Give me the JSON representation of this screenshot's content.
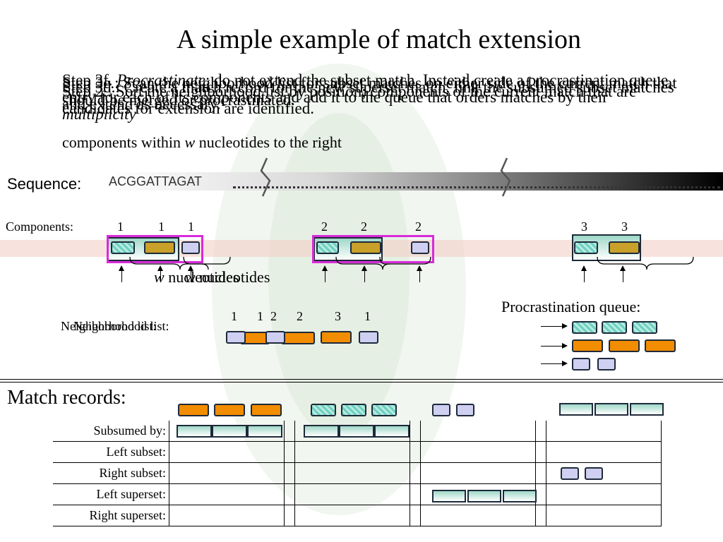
{
  "title": "A simple example of match extension",
  "steps": [
    {
      "prefix": "Step 3f.",
      "emph": "Procrastinate",
      "rest": ": do not extend the subset match.  Instead create a procrastination queue entry for each of its components and add it to the queue that orders matches by their"
    },
    {
      "prefix": "Step 3e.",
      "emph": "",
      "rest": ": Scan the neighborhood list for subset matches on either side of the current match that should be merged or procrastinated."
    },
    {
      "prefix": "Step 3d.",
      "emph": "",
      "rest": ": Create a match record for the new superset match, link the subsumed subset matches and extend as necessary."
    },
    {
      "prefix": "Step 2.",
      "emph": "",
      "rest": ": Sort the neighborhood list by position; components of the current match that are candidates for extension are identified."
    }
  ],
  "step_multiplicity_prefix": "matches by their",
  "step_multiplicity": "multiplicity",
  "step_note_a": "components within ",
  "step_note_w": "w",
  "step_note_b": " nucleotides to the right",
  "sequence": {
    "label": "Sequence:",
    "text": "ACGGATTAGAT"
  },
  "components_label": "Components:",
  "component_numbers": [
    "1",
    "1",
    "1",
    "2",
    "2",
    "2",
    "3",
    "3"
  ],
  "w_label_w": "w",
  "w_label_text": "nucleotides",
  "neighborhood": {
    "label": "Neighborhood list:",
    "numbers": [
      "1",
      "1",
      "2",
      "2",
      "3",
      "1"
    ]
  },
  "procrastination_label": "Procrastination queue:",
  "match_records": {
    "title": "Match records:",
    "rows": [
      "Subsumed by:",
      "Left subset:",
      "Right subset:",
      "Left superset:",
      "Right superset:"
    ]
  },
  "colors": {
    "teal": "#6fd0c0",
    "orange": "#f28c00",
    "gold": "#c8a02a",
    "lavender": "#cfcff2",
    "magenta": "#d82adb",
    "pink_band": "#f4cfc7"
  }
}
